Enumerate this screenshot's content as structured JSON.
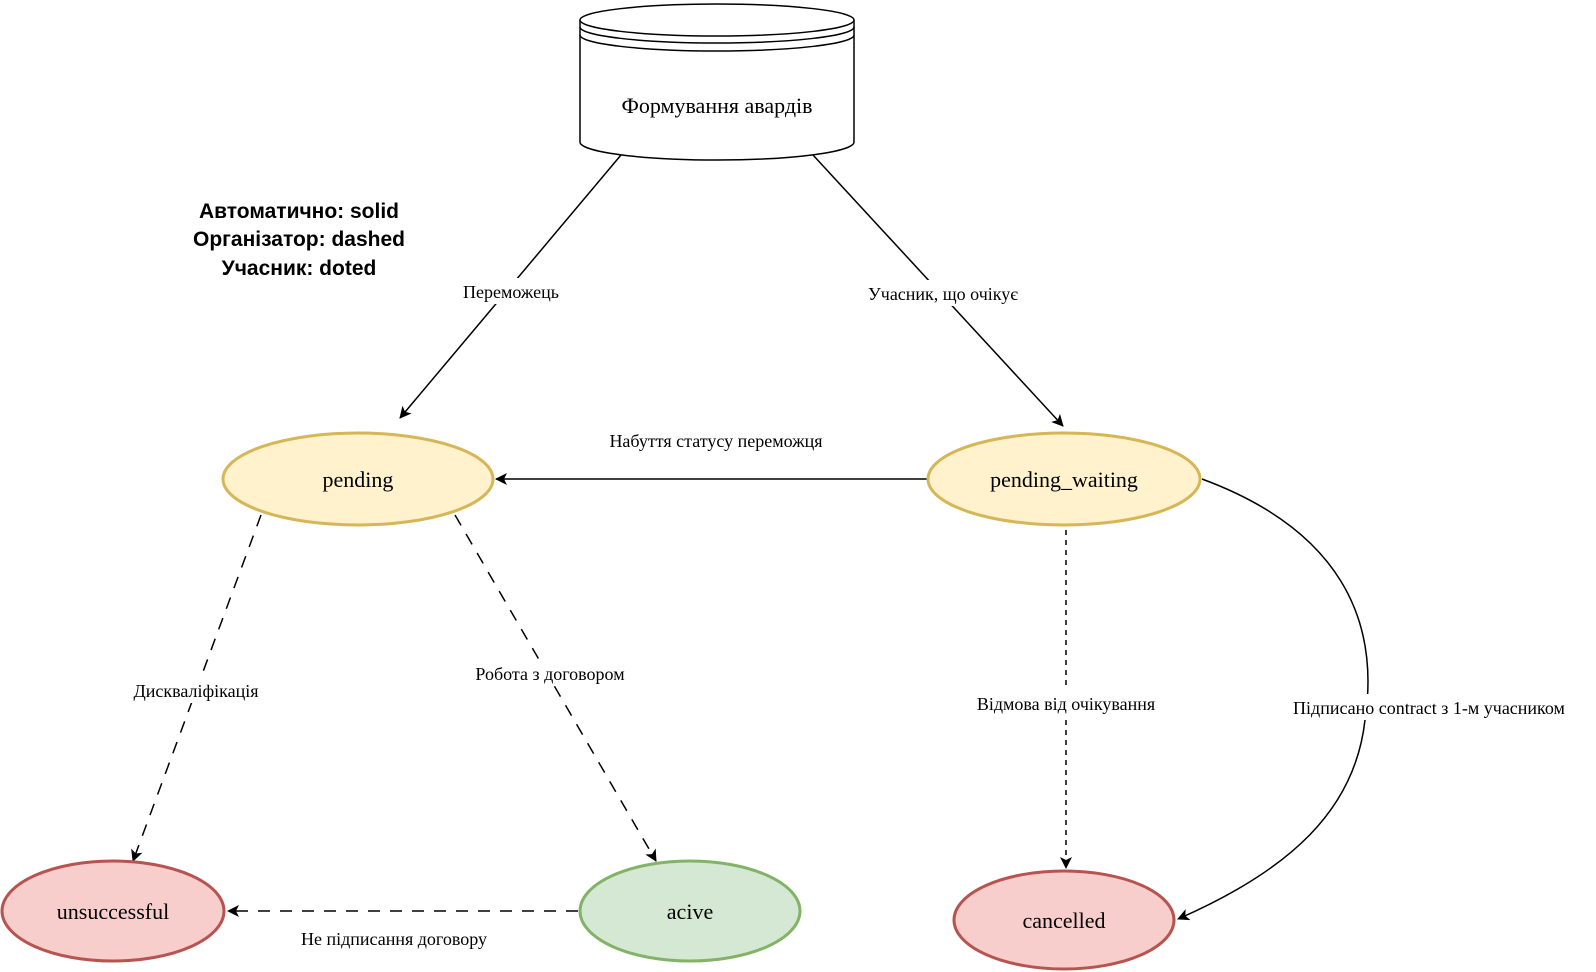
{
  "diagram": {
    "legend": [
      "Автоматично: solid",
      "Організатор: dashed",
      "Учасник: doted"
    ],
    "nodes": {
      "source": {
        "label": "Формування авардів",
        "shape": "cylinder"
      },
      "pending": {
        "label": "pending",
        "fill": "#fff2cc",
        "stroke": "#d6b656"
      },
      "pending_waiting": {
        "label": "pending_waiting",
        "fill": "#fff2cc",
        "stroke": "#d6b656"
      },
      "unsuccessful": {
        "label": "unsuccessful",
        "fill": "#f8cecc",
        "stroke": "#b85450"
      },
      "active": {
        "label": "acive",
        "fill": "#d5e8d4",
        "stroke": "#82b366"
      },
      "cancelled": {
        "label": "cancelled",
        "fill": "#f8cecc",
        "stroke": "#b85450"
      }
    },
    "edges": [
      {
        "from": "source",
        "to": "pending",
        "label": "Переможець",
        "style": "solid"
      },
      {
        "from": "source",
        "to": "pending_waiting",
        "label": "Учасник, що очікує",
        "style": "solid"
      },
      {
        "from": "pending_waiting",
        "to": "pending",
        "label": "Набуття статусу переможця",
        "style": "solid"
      },
      {
        "from": "pending",
        "to": "unsuccessful",
        "label": "Дискваліфікація",
        "style": "dashed"
      },
      {
        "from": "pending",
        "to": "active",
        "label": "Робота з договором",
        "style": "dashed"
      },
      {
        "from": "active",
        "to": "unsuccessful",
        "label": "Не підписання договору",
        "style": "dashed"
      },
      {
        "from": "pending_waiting",
        "to": "cancelled",
        "label": "Відмова від очікування",
        "style": "dotted"
      },
      {
        "from": "pending_waiting",
        "to": "cancelled",
        "label": "Підписано contract з 1-м учасником",
        "style": "solid"
      }
    ]
  }
}
